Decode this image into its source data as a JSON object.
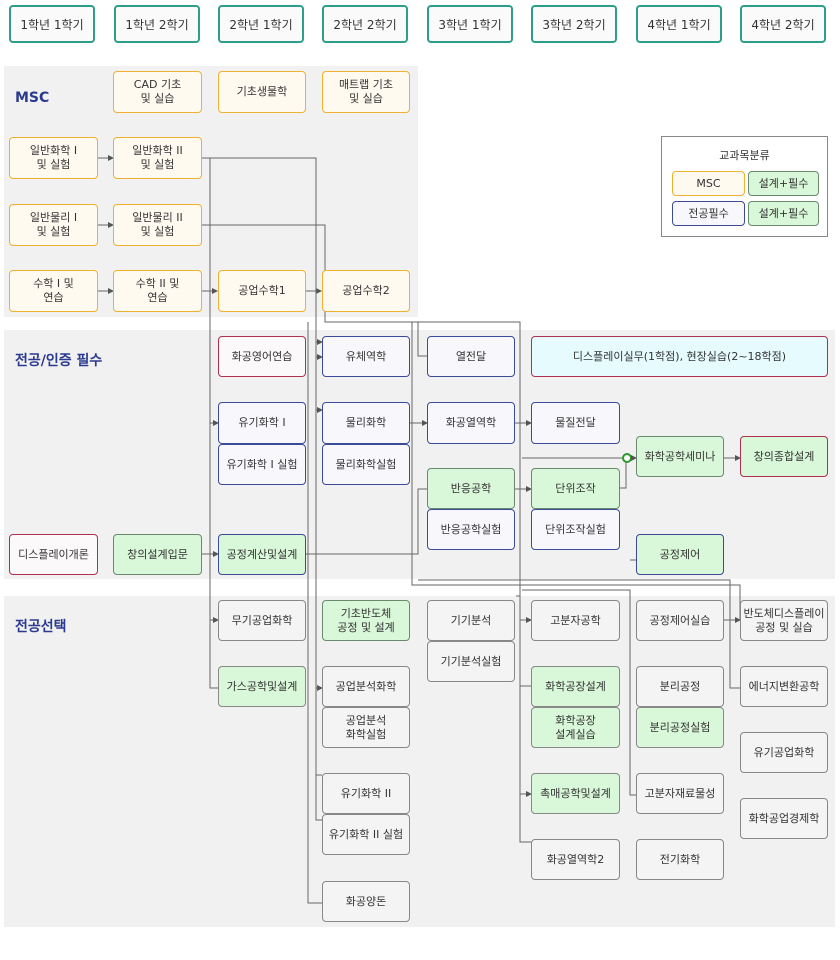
{
  "semesters": [
    "1학년 1학기",
    "1학년 2학기",
    "2학년 1학기",
    "2학년 2학기",
    "3학년 1학기",
    "3학년 2학기",
    "4학년 1학기",
    "4학년 2학기"
  ],
  "sections": {
    "msc": "MSC",
    "required": "전공/인증 필수",
    "elective": "전공선택"
  },
  "legend": {
    "title": "교과목분류",
    "msc": "MSC",
    "design1": "설계+필수",
    "major_required": "전공필수",
    "design2": "설계+필수"
  },
  "courses": {
    "cad": "CAD 기초\n및 실습",
    "basic_bio": "기초생물학",
    "matlab": "매트랩 기초\n및 실습",
    "chem1": "일반화학 I\n및 실험",
    "chem2": "일반화학 II\n및 실험",
    "phys1": "일반물리 I\n및 실험",
    "phys2": "일반물리 II\n및 실험",
    "math1": "수학 I 및\n연습",
    "math2": "수학 II 및\n연습",
    "eng_math1": "공업수학1",
    "eng_math2": "공업수학2",
    "chem_eng_english": "화공영어연습",
    "fluid": "유체역학",
    "heat": "열전달",
    "display_practice": "디스플레이실무(1학점), 현장실습(2~18학점)",
    "org_chem1": "유기화학 I",
    "org_chem1_lab": "유기화학 I 실험",
    "phys_chem": "물리화학",
    "phys_chem_lab": "물리화학실험",
    "thermo": "화공열역학",
    "mass_transfer": "물질전달",
    "seminar": "화학공학세미나",
    "capstone": "창의종합설계",
    "reaction": "반응공학",
    "reaction_lab": "반응공학실험",
    "unit_op": "단위조작",
    "unit_op_lab": "단위조작실험",
    "display_intro": "디스플레이개론",
    "creative_design": "창의설계입문",
    "process_calc": "공정계산및설계",
    "process_control": "공정제어",
    "inorganic": "무기공업화학",
    "semi_process": "기초반도체\n공정 및 설계",
    "instrumental": "기기분석",
    "polymer": "고분자공학",
    "control_lab": "공정제어실습",
    "semi_display": "반도체디스플레이\n공정 및 실습",
    "instrumental_lab": "기기분석실험",
    "gas_eng": "가스공학및설계",
    "analytical": "공업분석화학",
    "plant_design": "화학공장설계",
    "separation": "분리공정",
    "energy_conv": "에너지변환공학",
    "analytical_lab": "공업분석\n화학실험",
    "plant_lab": "화학공장\n설계실습",
    "separation_lab": "분리공정실험",
    "org_industrial": "유기공업화학",
    "org_chem2": "유기화학 II",
    "catalyst": "촉매공학및설계",
    "polymer_prop": "고분자재료물성",
    "chem_econ": "화학공업경제학",
    "org_chem2_lab": "유기화학 II 실험",
    "thermo2": "화공열역학2",
    "electrochem": "전기화학",
    "safety": "화공양돈"
  },
  "colors": {
    "semester_border": "#2e9e8c",
    "msc_border": "#f0b030",
    "required_border": "#3b4a99",
    "design_fill": "#d9f7d9",
    "section_title": "#2b3a8f",
    "band": "#f1f1f1"
  }
}
